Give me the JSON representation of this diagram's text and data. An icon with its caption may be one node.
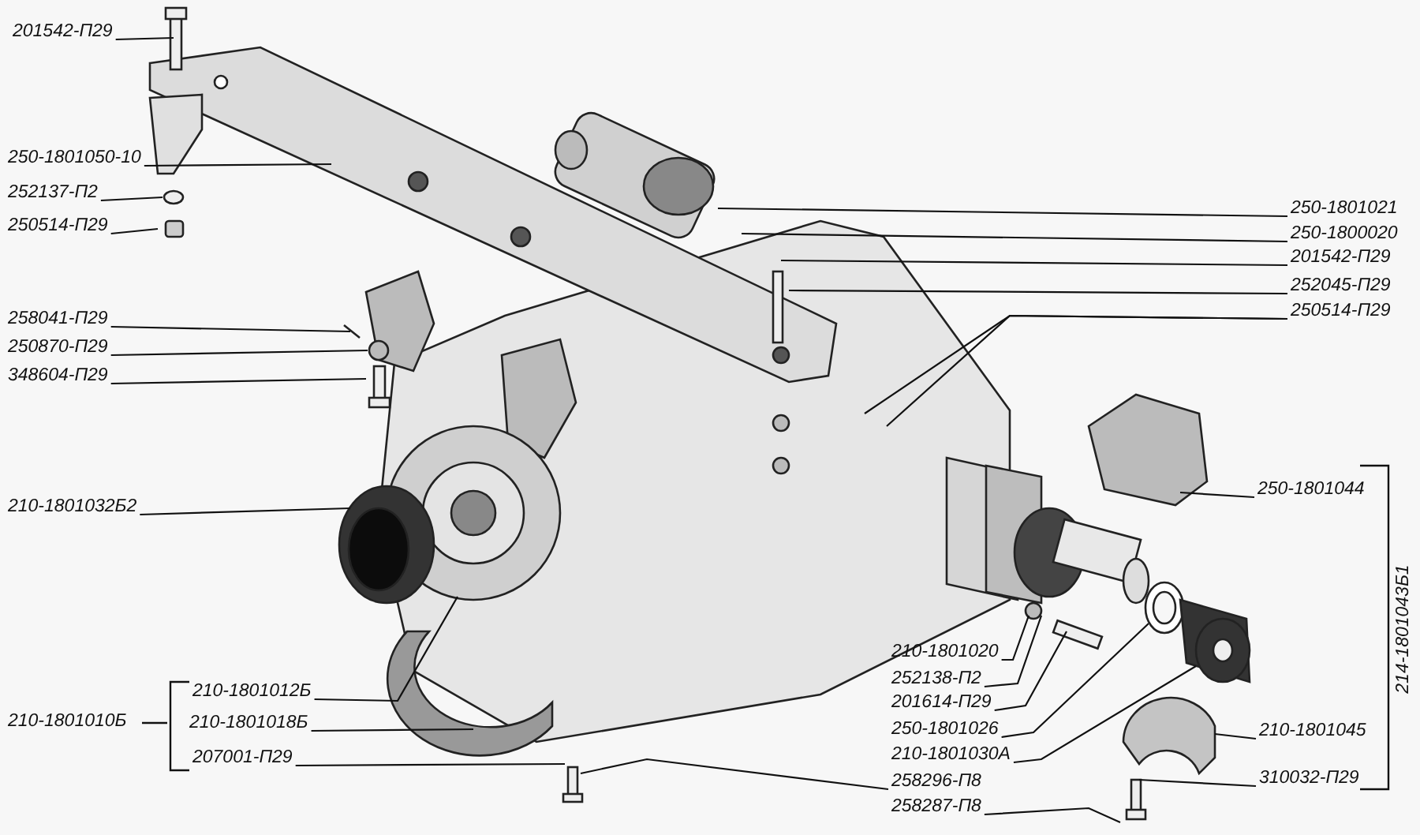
{
  "diagram": {
    "nodes": [
      {
        "text": [
          "201542-П29"
        ]
      },
      {
        "text": [
          "250-1801050-10"
        ]
      },
      {
        "text": [
          "252137-П2"
        ]
      },
      {
        "text": [
          "250514-П29"
        ]
      },
      {
        "text": [
          "258041-П29"
        ]
      },
      {
        "text": [
          "250870-П29"
        ]
      },
      {
        "text": [
          "348604-П29"
        ]
      },
      {
        "text": [
          "210-1801032Б2"
        ]
      },
      {
        "text": [
          "210-1801012Б"
        ]
      },
      {
        "text": [
          "210-1801018Б"
        ]
      },
      {
        "text": [
          "207001-П29"
        ]
      },
      {
        "text": [
          "250-1801021"
        ]
      },
      {
        "text": [
          "250-1800020"
        ]
      },
      {
        "text": [
          "201542-П29"
        ]
      },
      {
        "text": [
          "252045-П29"
        ]
      },
      {
        "text": [
          "250514-П29"
        ]
      },
      {
        "text": [
          "210-1801020"
        ]
      },
      {
        "text": [
          "252138-П2"
        ]
      },
      {
        "text": [
          "201614-П29"
        ]
      },
      {
        "text": [
          "250-1801026"
        ]
      },
      {
        "text": [
          "210-1801030А"
        ]
      },
      {
        "text": [
          "258296-П8"
        ]
      },
      {
        "text": [
          "258287-П8"
        ]
      },
      {
        "text": [
          "250-1801044"
        ]
      },
      {
        "text": [
          "210-1801045"
        ]
      },
      {
        "text": [
          "310032-П29"
        ]
      }
    ],
    "edges": [
      {
        "from": 0,
        "to": null,
        "arrow": "none"
      },
      {
        "from": 1,
        "to": null,
        "arrow": "none"
      },
      {
        "from": 2,
        "to": null,
        "arrow": "none"
      },
      {
        "from": 3,
        "to": null,
        "arrow": "none"
      },
      {
        "from": 4,
        "to": null,
        "arrow": "none"
      },
      {
        "from": 5,
        "to": null,
        "arrow": "none"
      },
      {
        "from": 6,
        "to": null,
        "arrow": "none"
      },
      {
        "from": 7,
        "to": null,
        "arrow": "none"
      },
      {
        "from": 8,
        "to": null,
        "arrow": "none"
      },
      {
        "from": 9,
        "to": null,
        "arrow": "none"
      },
      {
        "from": 10,
        "to": null,
        "arrow": "none"
      },
      {
        "from": 11,
        "to": null,
        "arrow": "none"
      },
      {
        "from": 12,
        "to": null,
        "arrow": "none"
      },
      {
        "from": 13,
        "to": null,
        "arrow": "none"
      },
      {
        "from": 14,
        "to": null,
        "arrow": "none"
      },
      {
        "from": 15,
        "to": null,
        "arrow": "none"
      },
      {
        "from": 15,
        "to": null,
        "arrow": "none"
      },
      {
        "from": 16,
        "to": null,
        "arrow": "none"
      },
      {
        "from": 17,
        "to": null,
        "arrow": "none"
      },
      {
        "from": 18,
        "to": null,
        "arrow": "none"
      },
      {
        "from": 19,
        "to": null,
        "arrow": "none"
      },
      {
        "from": 20,
        "to": null,
        "arrow": "none"
      },
      {
        "from": 21,
        "to": null,
        "arrow": "none"
      },
      {
        "from": 22,
        "to": null,
        "arrow": "none"
      },
      {
        "from": 23,
        "to": null,
        "arrow": "none"
      },
      {
        "from": 24,
        "to": null,
        "arrow": "none"
      },
      {
        "from": 25,
        "to": null,
        "arrow": "none"
      }
    ],
    "labels": [
      "210-1801010Б",
      "214-1801043Б1"
    ]
  }
}
